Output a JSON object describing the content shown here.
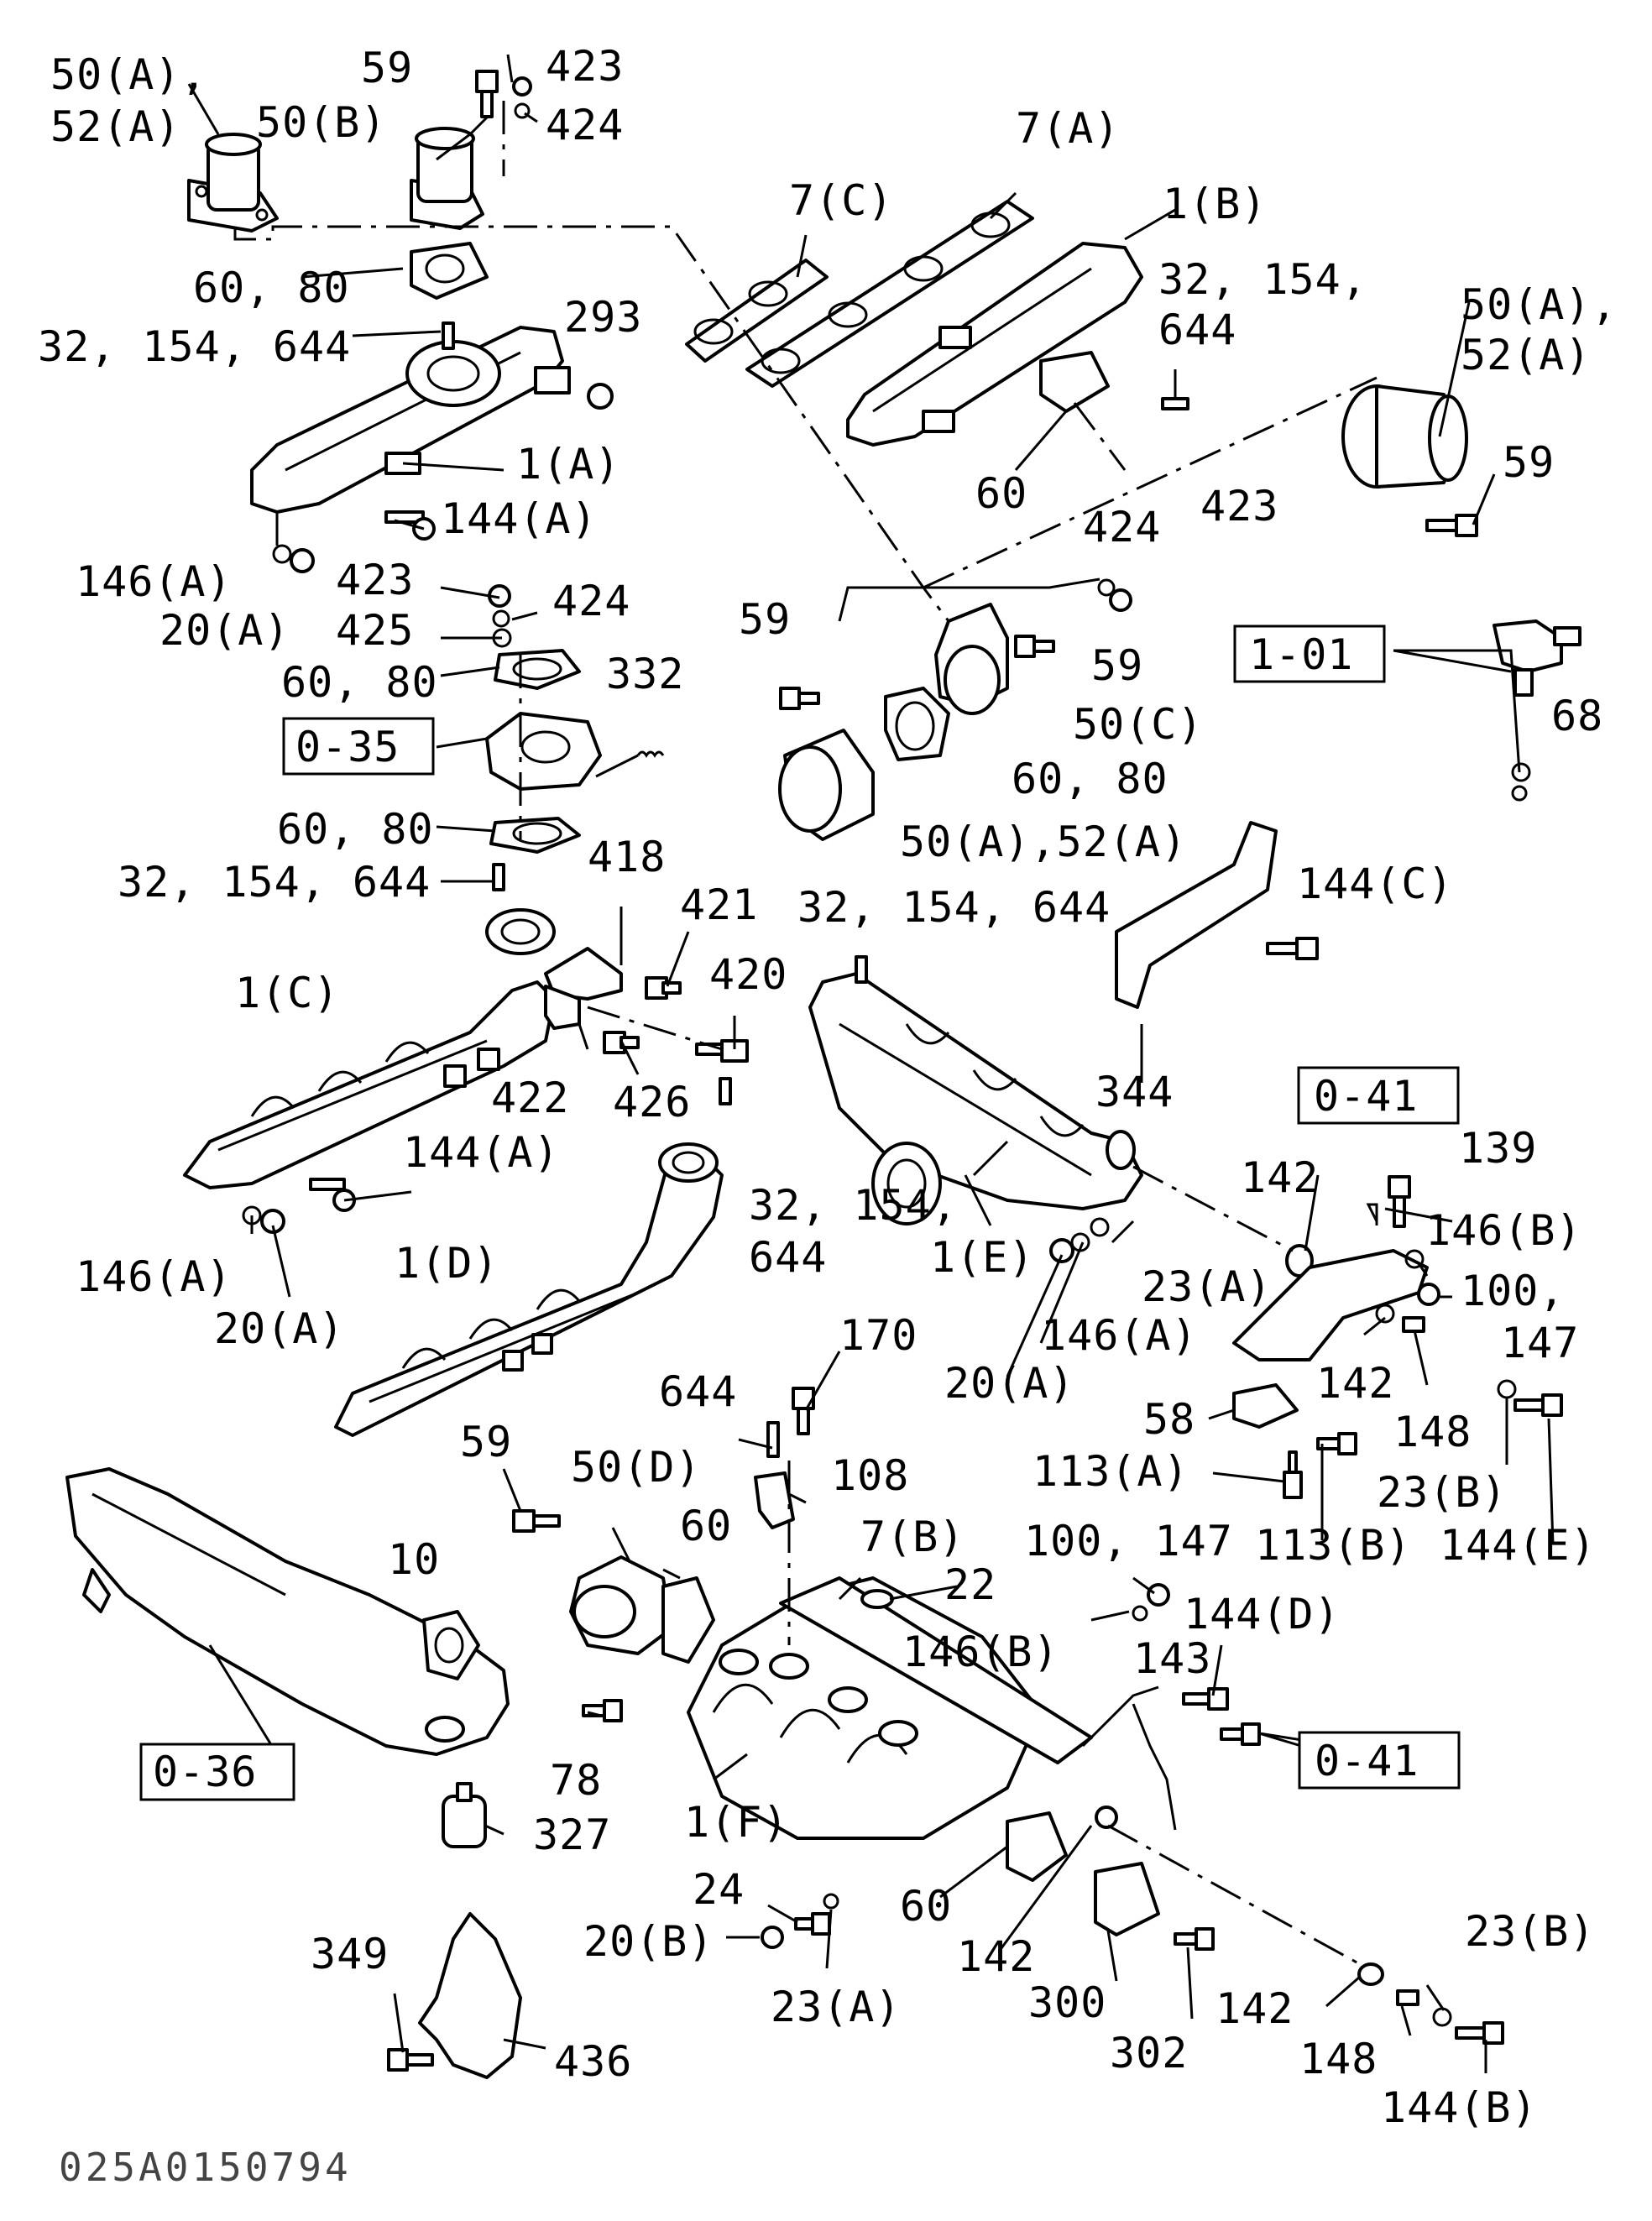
{
  "diagram_code": "025A0150794",
  "reference_boxes": {
    "box_0_35": "0-35",
    "box_0_36": "0-36",
    "box_0_41_a": "0-41",
    "box_0_41_b": "0-41",
    "box_1_01": "1-01"
  },
  "labels": {
    "l50a52a_1a": "50(A),",
    "l50a52a_1b": "52(A)",
    "l59_1": "59",
    "l423_1": "423",
    "l424_1": "424",
    "l50b": "50(B)",
    "l7a": "7(A)",
    "l7c": "7(C)",
    "l1b": "1(B)",
    "l32_2a": "32, 154,",
    "l32_2b": "644",
    "l60_80_1": "60, 80",
    "l32_1": "32, 154, 644",
    "l293": "293",
    "l50a52a_2a": "50(A),",
    "l50a52a_2b": "52(A)",
    "l59_2": "59",
    "l60_1": "60",
    "l1a": "1(A)",
    "l144a_1": "144(A)",
    "l146a_1": "146(A)",
    "l20a_1": "20(A)",
    "l423_2": "423",
    "l424_2": "424",
    "l425": "425",
    "l60_80_2": "60, 80",
    "l332": "332",
    "l424_3": "424",
    "l423_3": "423",
    "l59_3": "59",
    "l59_4": "59",
    "l50c": "50(C)",
    "l60_80_3": "60, 80",
    "l50a52a_3": "50(A),52(A)",
    "l68": "68",
    "l60_80_4": "60, 80",
    "l32_3": "32, 154, 644",
    "l418": "418",
    "l421": "421",
    "l420": "420",
    "l32_4": "32, 154, 644",
    "l144c": "144(C)",
    "l1c": "1(C)",
    "l422": "422",
    "l426": "426",
    "l344": "344",
    "l144a_2": "144(A)",
    "l32_5a": "32, 154,",
    "l32_5b": "644",
    "l1e": "1(E)",
    "l142_1": "142",
    "l139": "139",
    "l146b_1": "146(B)",
    "l100_147_1a": "100,",
    "l100_147_1b": "147",
    "l146a_2": "146(A)",
    "l20a_2": "20(A)",
    "l1d": "1(D)",
    "l23a_1": "23(A)",
    "l146a_3": "146(A)",
    "l20a_3": "20(A)",
    "l170": "170",
    "l644": "644",
    "l142_2": "142",
    "l148_1": "148",
    "l58": "58",
    "l59_5": "59",
    "l50d": "50(D)",
    "l108": "108",
    "l113a": "113(A)",
    "l23b_1": "23(B)",
    "l113b": "113(B)",
    "l144e": "144(E)",
    "l60_2": "60",
    "l7b": "7(B)",
    "l100_147_2": "100, 147",
    "l10": "10",
    "l22": "22",
    "l144d": "144(D)",
    "l146b_2": "146(B)",
    "l143": "143",
    "l78": "78",
    "l1f": "1(F)",
    "l327": "327",
    "l24": "24",
    "l60_3": "60",
    "l142_3": "142",
    "l20b": "20(B)",
    "l23a_2": "23(A)",
    "l300": "300",
    "l302": "302",
    "l142_4": "142",
    "l23b_2": "23(B)",
    "l349": "349",
    "l436": "436",
    "l148_2": "148",
    "l144b": "144(B)"
  }
}
